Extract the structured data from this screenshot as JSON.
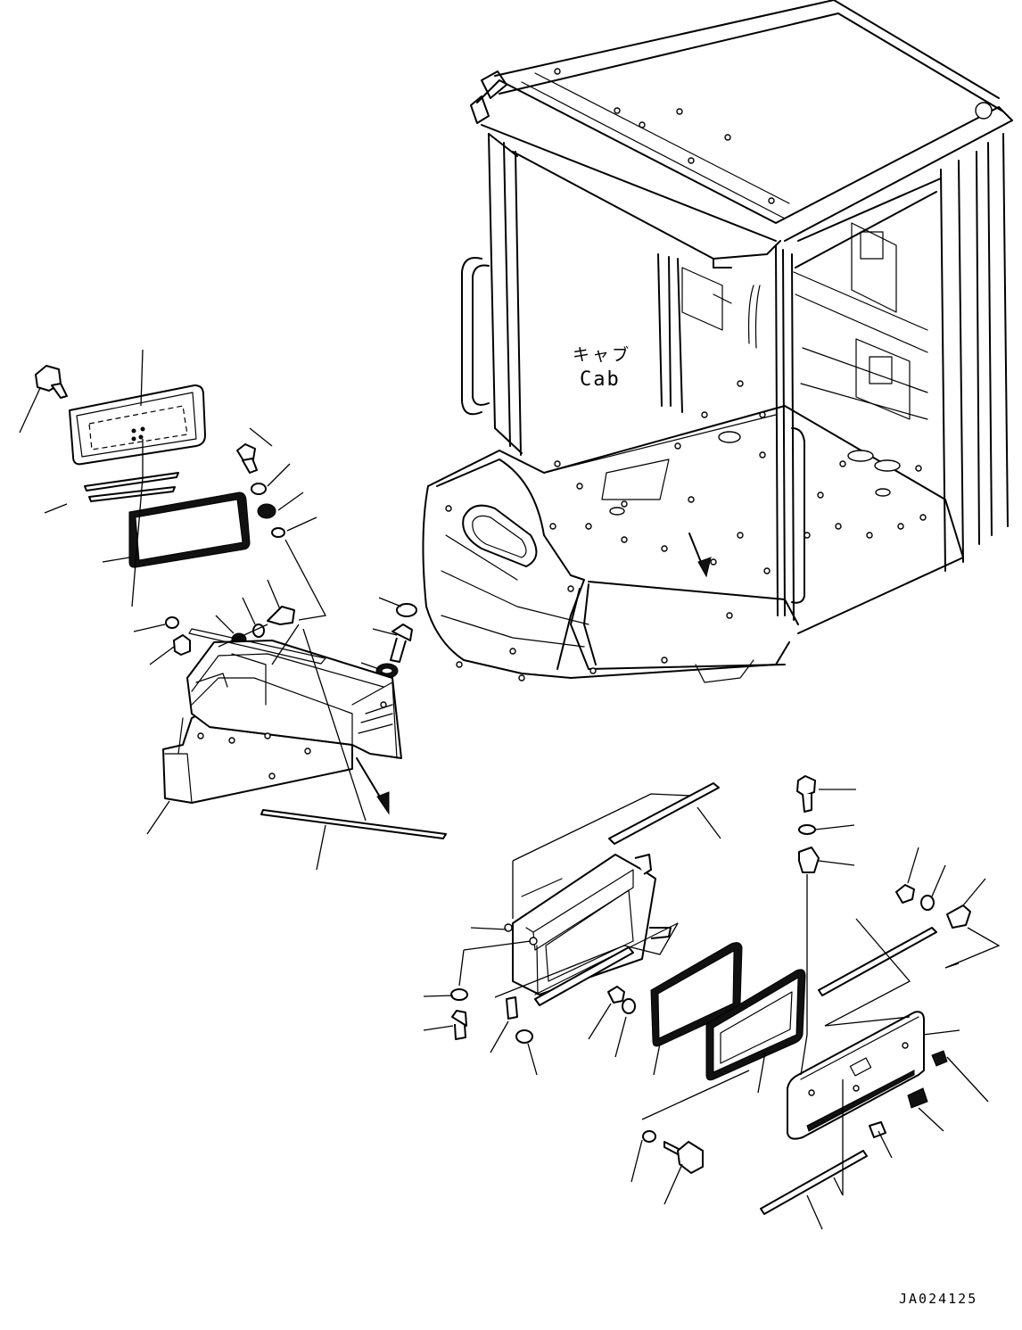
{
  "labels": {
    "cab_japanese": "キャブ",
    "cab_english": "Cab",
    "drawing_code": "JA024125"
  },
  "colors": {
    "line": "#000000",
    "background": "#ffffff"
  }
}
